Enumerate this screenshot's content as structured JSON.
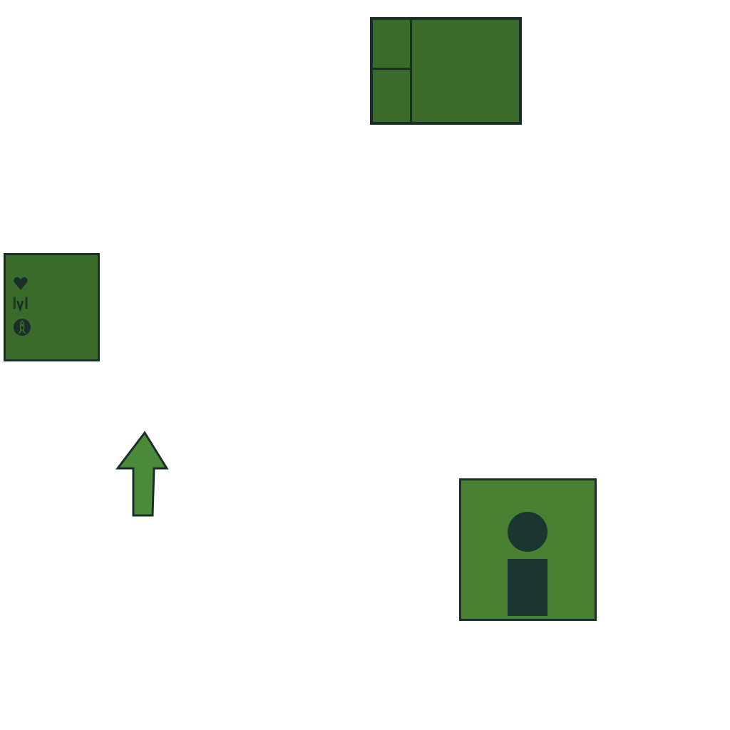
{
  "game": {
    "map_panel": {
      "panes": [
        "top-left-pane",
        "bottom-left-pane",
        "main-pane"
      ]
    },
    "stats_panel": {
      "icons": [
        "heart-icon",
        "level-icon",
        "rocket-badge-icon"
      ],
      "level_label": "lvl"
    },
    "controls": {
      "up_arrow_icon": "up-arrow-icon",
      "info_icon": "info-icon"
    },
    "colors": {
      "panel_green": "#3a6b2a",
      "button_green": "#4a8032",
      "arrow_green": "#4a8a38",
      "outline": "#1b2f2a"
    }
  }
}
